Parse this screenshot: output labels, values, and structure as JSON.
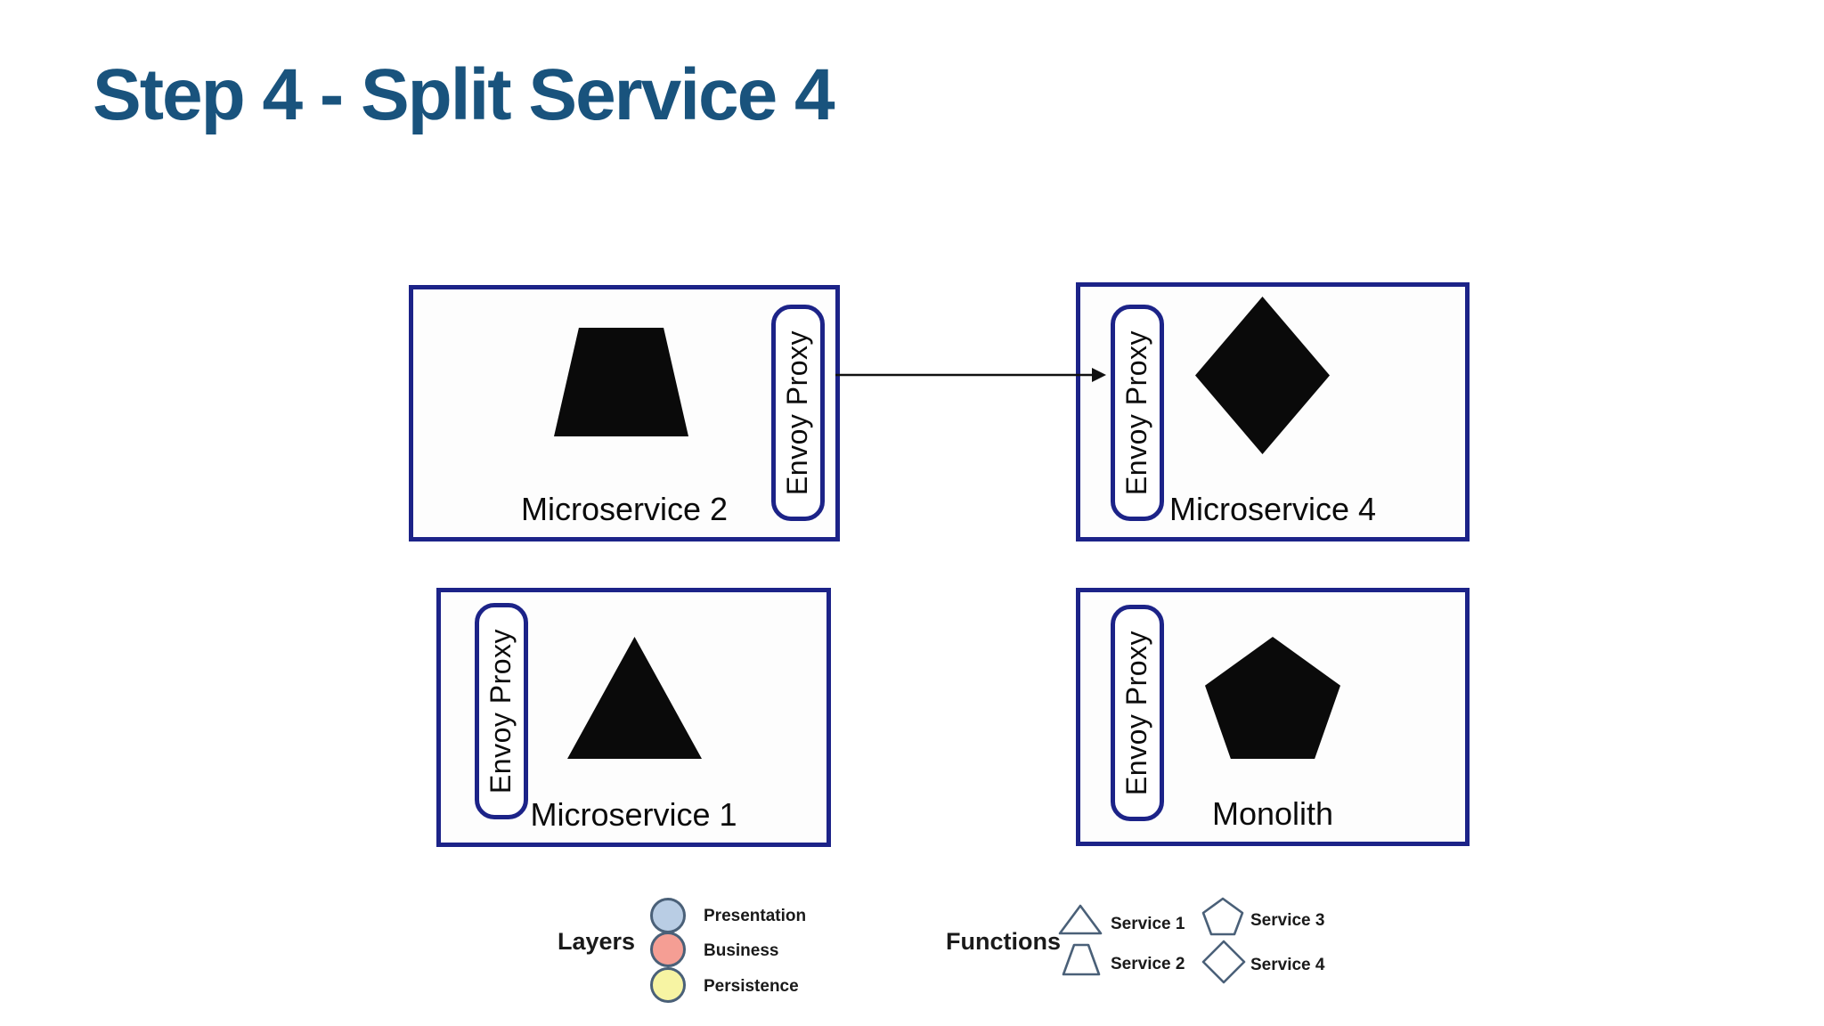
{
  "title": "Step 4 - Split Service 4",
  "colors": {
    "title_blue": "#19537d",
    "box_border_navy": "#1c2388",
    "shape_black": "#0a0a0a",
    "legend_outline_slate": "#4a6078",
    "presentation_fill": "#b9cde4",
    "business_fill": "#f59e94",
    "persistence_fill": "#f7f4a3"
  },
  "boxes": [
    {
      "label": "Microservice 2",
      "shape": "trapezoid",
      "proxy_label": "Envoy Proxy",
      "proxy_side": "right"
    },
    {
      "label": "Microservice 4",
      "shape": "diamond",
      "proxy_label": "Envoy Proxy",
      "proxy_side": "left"
    },
    {
      "label": "Microservice 1",
      "shape": "triangle",
      "proxy_label": "Envoy Proxy",
      "proxy_side": "left"
    },
    {
      "label": "Monolith",
      "shape": "pentagon",
      "proxy_label": "Envoy Proxy",
      "proxy_side": "left"
    }
  ],
  "arrow": {
    "from": "Microservice 2",
    "to": "Microservice 4"
  },
  "legend": {
    "layers": {
      "label": "Layers",
      "items": [
        {
          "label": "Presentation",
          "swatch": "circle",
          "color": "#b9cde4"
        },
        {
          "label": "Business",
          "swatch": "circle",
          "color": "#f59e94"
        },
        {
          "label": "Persistence",
          "swatch": "circle",
          "color": "#f7f4a3"
        }
      ]
    },
    "functions": {
      "label": "Functions",
      "items": [
        {
          "label": "Service 1",
          "shape": "triangle"
        },
        {
          "label": "Service 2",
          "shape": "trapezoid"
        },
        {
          "label": "Service 3",
          "shape": "pentagon"
        },
        {
          "label": "Service 4",
          "shape": "diamond"
        }
      ]
    }
  }
}
